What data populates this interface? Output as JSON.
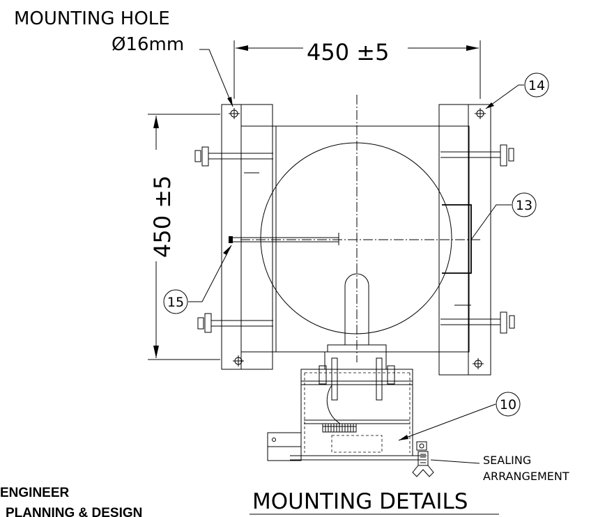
{
  "labels": {
    "mounting_hole_title": "MOUNTING HOLE",
    "mounting_hole_size": "Ø16mm",
    "dim_horizontal": "450 ±5",
    "dim_vertical": "450 ±5",
    "sealing_line1": "SEALING",
    "sealing_line2": "ARRANGEMENT",
    "drawing_title": "MOUNTING DETAILS",
    "engineer": "ENGINEER",
    "dept": "PLANNING & DESIGN"
  },
  "balloons": [
    "14",
    "13",
    "15",
    "10"
  ]
}
